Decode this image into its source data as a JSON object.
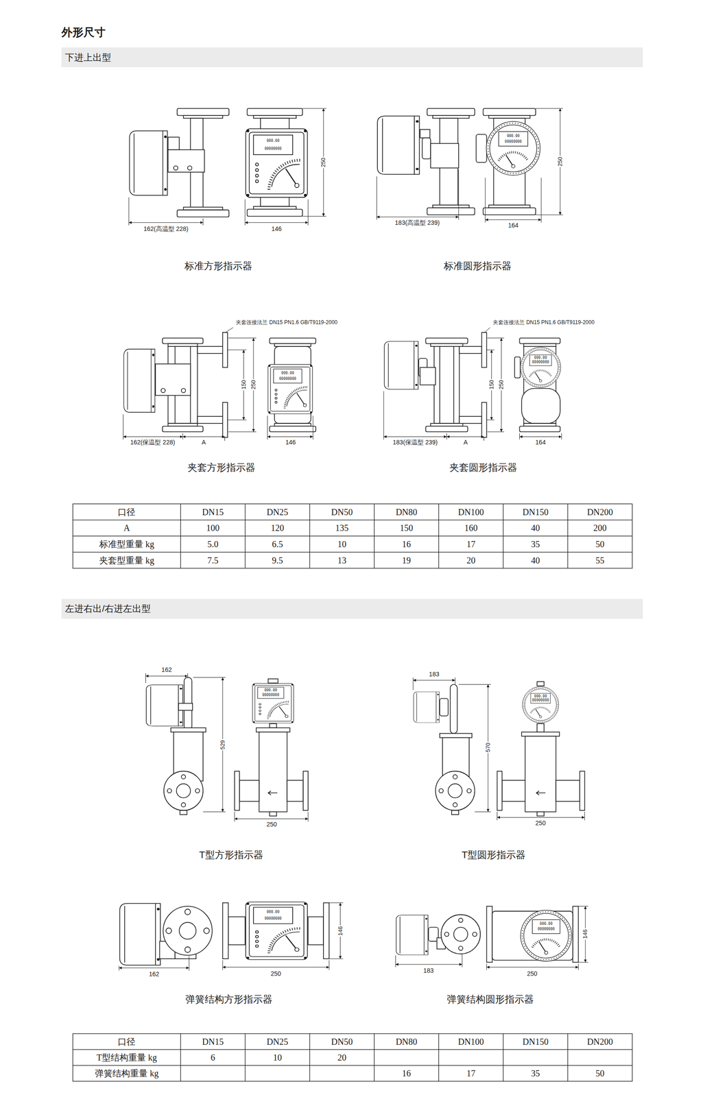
{
  "diagram": {
    "title": "外形尺寸",
    "nodes": [
      {
        "text": [
          "下进上出型"
        ]
      },
      {
        "text": [
          "左进右出/右进左出型"
        ]
      }
    ],
    "labels": [
      "000.00",
      "00000000",
      "162(高温型 228)",
      "146",
      "250",
      "标准方形指示器",
      "000.00",
      "00000000",
      "183(高温型 239)",
      "164",
      "250",
      "标准圆形指示器",
      "夹套连接法兰 DN15 PN1.6 GB/T9119-2000",
      "000.00",
      "00000000",
      "150",
      "250",
      "162(保温型 228)",
      "A",
      "146",
      "夹套方形指示器",
      "夹套连接法兰 DN15 PN1.6 GB/T9119-2000",
      "000.00",
      "00000000",
      "150",
      "250",
      "183(保温型 239)",
      "A",
      "164",
      "夹套圆形指示器",
      "口径",
      "DN15",
      "DN25",
      "DN50",
      "DN80",
      "DN100",
      "DN150",
      "DN200",
      "A",
      "100",
      "120",
      "135",
      "150",
      "160",
      "40",
      "200",
      "标准型重量 kg",
      "5.0",
      "6.5",
      "10",
      "16",
      "17",
      "35",
      "50",
      "夹套型重量 kg",
      "7.5",
      "9.5",
      "13",
      "19",
      "20",
      "40",
      "55",
      "000.00",
      "00000000",
      "162",
      "529",
      "250",
      "T型方形指示器",
      "000.00",
      "00000000",
      "183",
      "570",
      "250",
      "T型圆形指示器",
      "000.00",
      "00000000",
      "162",
      "250",
      "146",
      "弹簧结构方形指示器",
      "000.00",
      "00000000",
      "183",
      "250",
      "146",
      "弹簧结构圆形指示器",
      "口径",
      "DN15",
      "DN25",
      "DN50",
      "DN80",
      "DN100",
      "DN150",
      "DN200",
      "T型结构重量 kg",
      "6",
      "10",
      "20",
      "弹簧结构重量 kg",
      "16",
      "17",
      "35",
      "50"
    ]
  }
}
